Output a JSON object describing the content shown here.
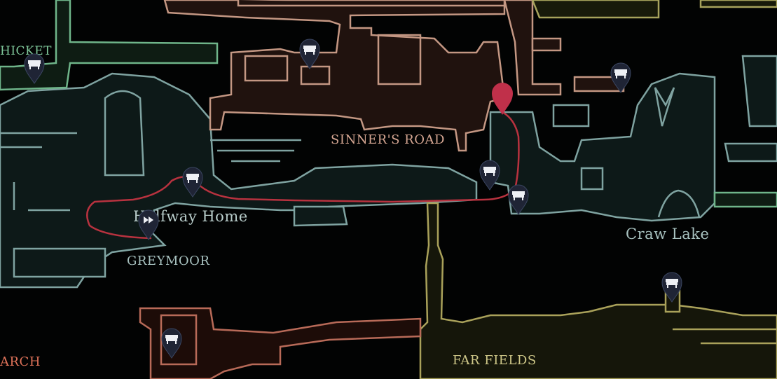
{
  "labels": {
    "thicket": "HICKET",
    "sinners_road": "SINNER'S ROAD",
    "halfway_home": "Halfway Home",
    "greymoor": "GREYMOOR",
    "craw_lake": "Craw Lake",
    "far_fields": "FAR FIELDS",
    "march": "ARCH"
  },
  "colors": {
    "greymoor": "#8fb0ad",
    "sinners_road": "#d6a793",
    "far_fields": "#c9c27a",
    "thicket": "#7fc79a",
    "march": "#e0735a",
    "route": "#b8323f",
    "destination_pin": "#c0304a",
    "bench_pin": "#1f2435"
  },
  "pins": {
    "bench_icon": "bench-icon",
    "fast_travel_icon": "fast-travel-icon",
    "destination_icon": "destination-marker-icon"
  }
}
